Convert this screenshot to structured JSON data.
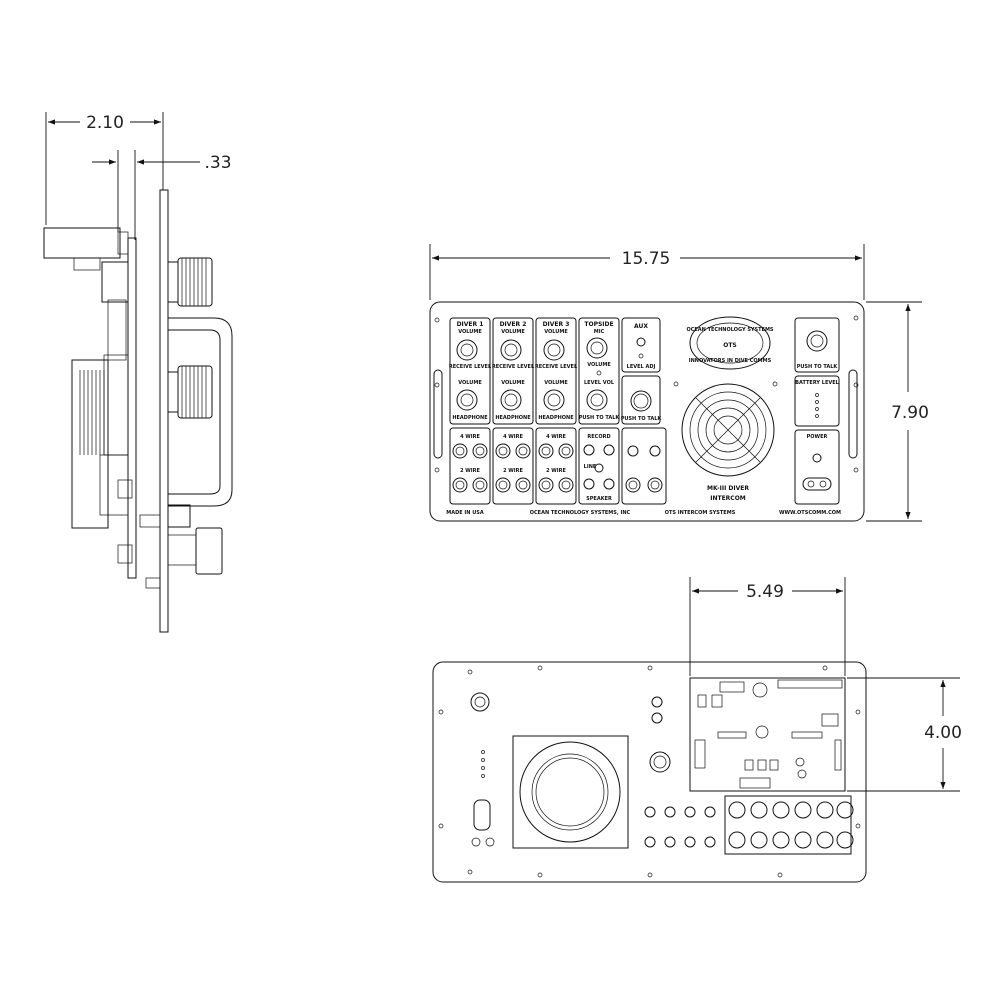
{
  "dimensions": {
    "side_width": "2.10",
    "side_panel_thickness": ".33",
    "front_width": "15.75",
    "front_height": "7.90",
    "board_width": "5.49",
    "board_height": "4.00"
  },
  "front_panel": {
    "modules": [
      {
        "title": "DIVER 1",
        "knob1": "VOLUME",
        "knob1_sub": "RECEIVE LEVEL",
        "knob2": "VOLUME",
        "knob2_sub": "HEADPHONE"
      },
      {
        "title": "DIVER 2",
        "knob1": "VOLUME",
        "knob1_sub": "RECEIVE LEVEL",
        "knob2": "VOLUME",
        "knob2_sub": "HEADPHONE"
      },
      {
        "title": "DIVER 3",
        "knob1": "VOLUME",
        "knob1_sub": "RECEIVE LEVEL",
        "knob2": "VOLUME",
        "knob2_sub": "HEADPHONE"
      },
      {
        "title": "TOPSIDE",
        "title_sub": "MIC",
        "knob1": "VOLUME",
        "knob1_sub": "",
        "knob2": "LEVEL VOL",
        "knob2_sub": "PUSH TO TALK"
      }
    ],
    "aux_label": "AUX",
    "aux_sub": "LEVEL ADJ",
    "push_label": "PUSH TO TALK",
    "logo_text": "OTS",
    "logo_ring": "OCEAN TECHNOLOGY SYSTEMS",
    "logo_ring_bottom": "INNOVATORS IN DIVE COMMS",
    "product_line1": "MK-III DIVER",
    "product_line2": "INTERCOM",
    "battery_label": "BATTERY LEVEL",
    "power_label": "POWER",
    "footer_left": "MADE IN USA",
    "footer_center": "OCEAN TECHNOLOGY SYSTEMS, INC",
    "footer_right_a": "OTS INTERCOM SYSTEMS",
    "footer_right_b": "WWW.OTSCOMM.COM",
    "jack_labels": [
      "2 WIRE",
      "4 WIRE",
      "RECORD",
      "LINE",
      "SPEAKER"
    ]
  }
}
